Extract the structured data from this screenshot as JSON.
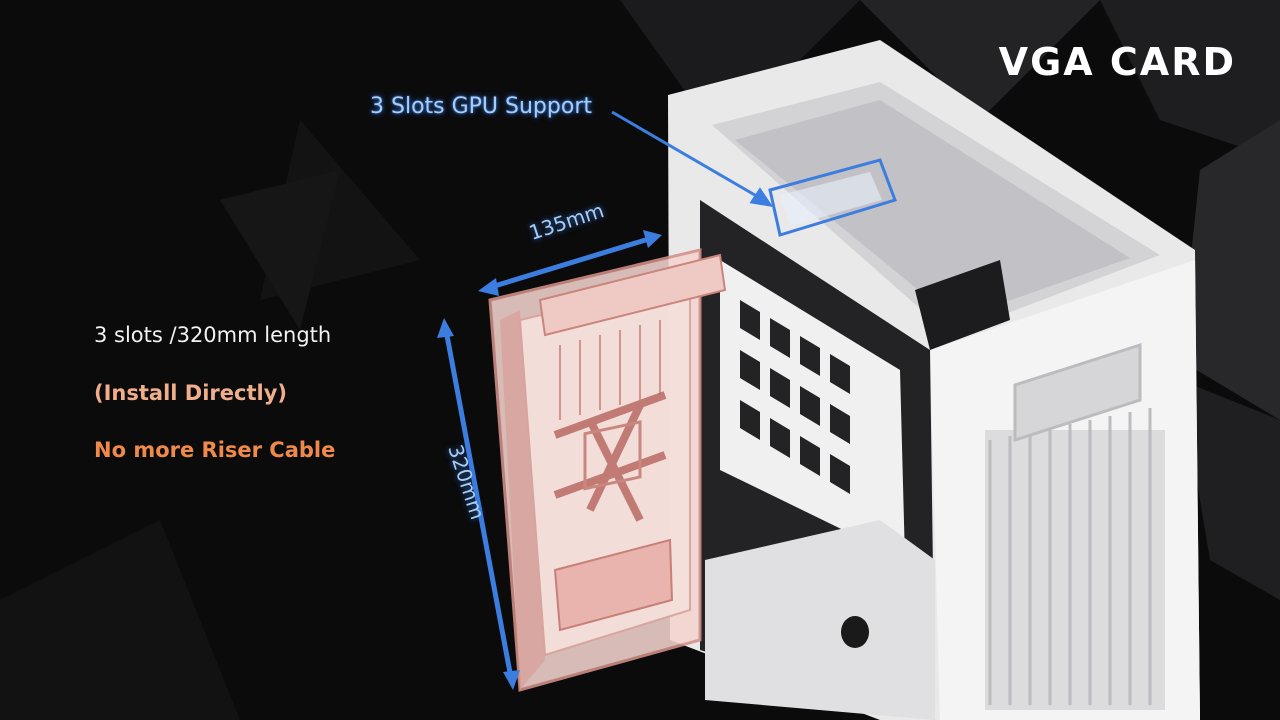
{
  "slide": {
    "title": "VGA CARD",
    "callout_gpu_support": "3 Slots GPU Support",
    "dimension_width": "135mm",
    "dimension_length": "320mm",
    "features": [
      "3 slots /320mm length",
      "(Install Directly)",
      "No more Riser Cable"
    ]
  },
  "colors": {
    "background": "#0b0b0c",
    "callout_blue": "#a9cdf2",
    "arrow_blue": "#3c7de0",
    "highlight_peach": "#f0ae8a",
    "highlight_orange": "#f08a4c",
    "gpu_tint": "#e2a9a4",
    "case_white": "#f1f1f1"
  }
}
